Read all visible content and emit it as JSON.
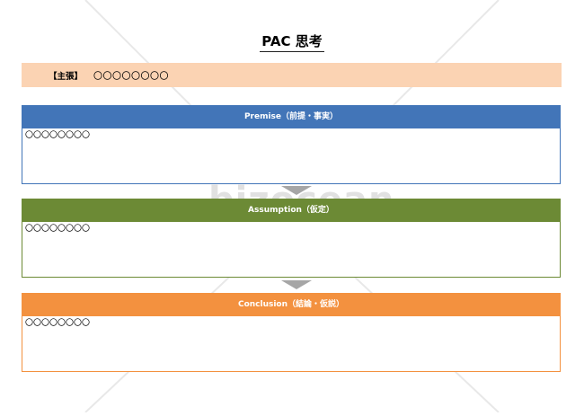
{
  "document": {
    "title": "PAC 思考",
    "claim": {
      "label": "【主張】",
      "value": "〇〇〇〇〇〇〇〇"
    },
    "sections": [
      {
        "header": "Premise（前提・事実）",
        "content": "〇〇〇〇〇〇〇〇",
        "color": "#4275b8"
      },
      {
        "header": "Assumption（仮定）",
        "content": "〇〇〇〇〇〇〇〇",
        "color": "#6c8a35"
      },
      {
        "header": "Conclusion（結論・仮説）",
        "content": "〇〇〇〇〇〇〇〇",
        "color": "#f3913f"
      }
    ],
    "claim_color": "#fbd3b3",
    "arrow_color": "#a6a6a6"
  },
  "watermark": {
    "text": "bizocean"
  }
}
